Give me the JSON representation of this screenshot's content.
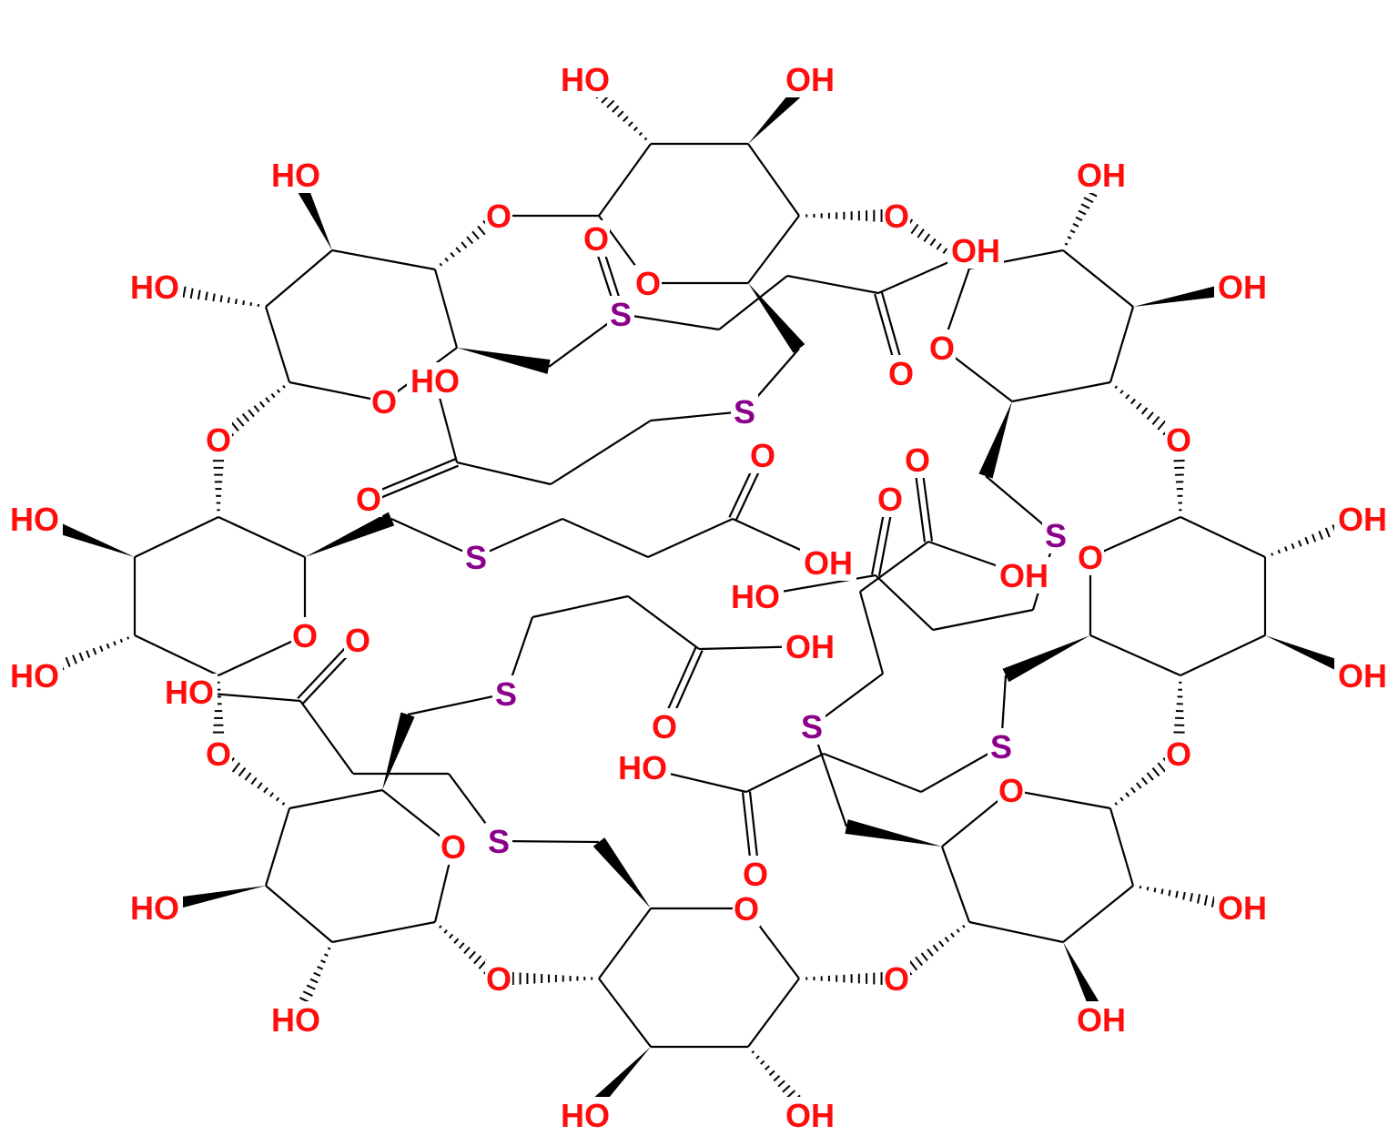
{
  "diagram": {
    "type": "chemical-structure",
    "labels": {
      "O": "O",
      "HO": "HO",
      "OH": "OH",
      "S": "S"
    },
    "colors": {
      "oxygen": "#ff0d0d",
      "sulfur": "#8a008a",
      "bond": "#000000",
      "background": "#ffffff"
    }
  }
}
